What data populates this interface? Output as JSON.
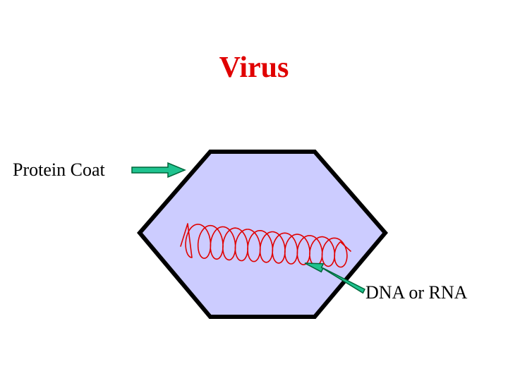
{
  "title": "Virus",
  "labels": {
    "protein_coat": "Protein Coat",
    "genetic_material": "DNA or RNA"
  },
  "colors": {
    "title": "#e00000",
    "capsid_fill": "#ccccff",
    "capsid_outline": "#000000",
    "genome_strand": "#e00000",
    "arrow_fill": "#1fc38f",
    "arrow_outline": "#00663a"
  },
  "icons": {
    "pointer": "arrow-right-icon"
  }
}
